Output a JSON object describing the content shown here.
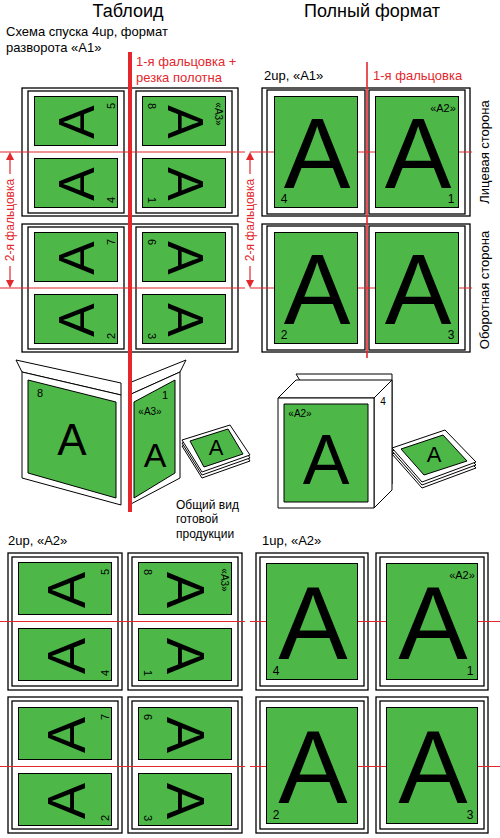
{
  "diagram": {
    "nodes": [
      {
        "text": [
          "A",
          "5"
        ]
      },
      {
        "text": [
          "«A3»",
          "A",
          "8"
        ]
      },
      {
        "text": [
          "A",
          "4"
        ]
      },
      {
        "text": [
          "A",
          "1"
        ]
      },
      {
        "text": [
          "A",
          "7"
        ]
      },
      {
        "text": [
          "A",
          "6"
        ]
      },
      {
        "text": [
          "A",
          "2"
        ]
      },
      {
        "text": [
          "A",
          "3"
        ]
      },
      {
        "text": [
          "A",
          "4"
        ]
      },
      {
        "text": [
          "«A2»",
          "A",
          "1"
        ]
      },
      {
        "text": [
          "A",
          "2"
        ]
      },
      {
        "text": [
          "A",
          "3"
        ]
      },
      {
        "text": [
          "A",
          "5"
        ]
      },
      {
        "text": [
          "«A3»",
          "A",
          "8"
        ]
      },
      {
        "text": [
          "A",
          "4"
        ]
      },
      {
        "text": [
          "A",
          "1"
        ]
      },
      {
        "text": [
          "A",
          "7"
        ]
      },
      {
        "text": [
          "A",
          "6"
        ]
      },
      {
        "text": [
          "A",
          "2"
        ]
      },
      {
        "text": [
          "A",
          "3"
        ]
      },
      {
        "text": [
          "A",
          "4"
        ]
      },
      {
        "text": [
          "«A2»",
          "A",
          "1"
        ]
      },
      {
        "text": [
          "A",
          "2"
        ]
      },
      {
        "text": [
          "A",
          "3"
        ]
      }
    ],
    "labels": [
      "Таблоид",
      "Схема спуска 4up, формат разворота «A1»",
      "Полный формат",
      "1-я фальцовка + резка полотна",
      "2up, «A1»",
      "1-я фальцовка",
      "Лицевая сторона",
      "2-я фальцовка",
      "2-я фальцовка",
      "Оборотная сторона",
      "8",
      "1",
      "«A3»",
      "A",
      "A",
      "4",
      "«A2»",
      "A",
      "A",
      "A",
      "Общий вид готовой продукции",
      "2up, «A2»",
      "1up, «A2»"
    ]
  }
}
